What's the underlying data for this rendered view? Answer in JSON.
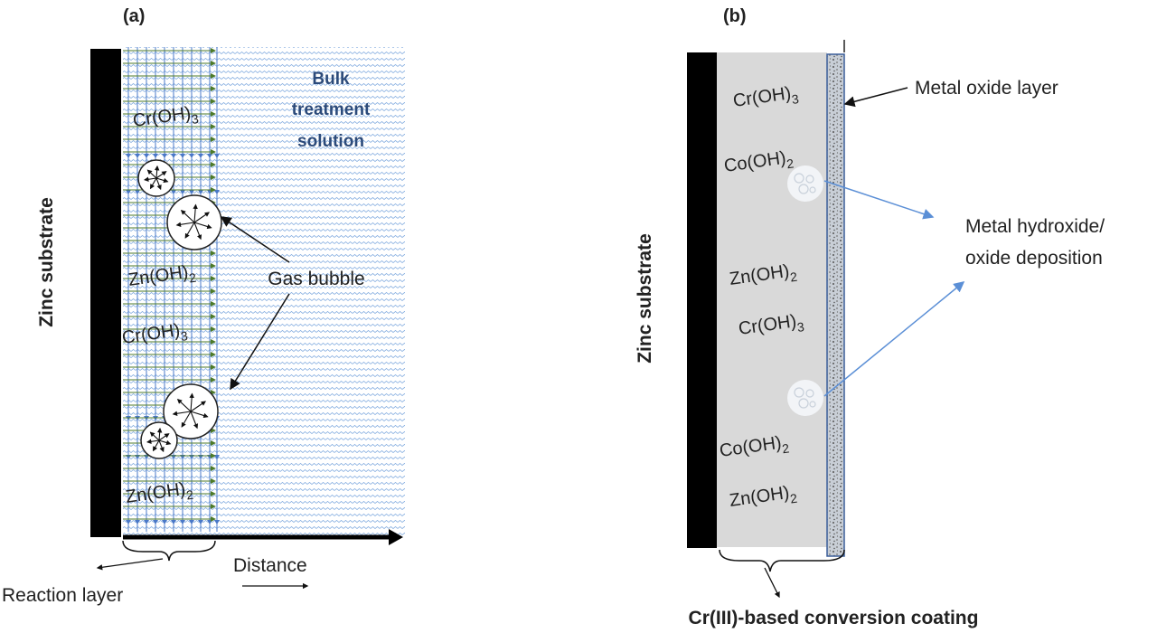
{
  "panel_a": {
    "label": "(a)",
    "substrate_label": "Zinc substrate",
    "bulk_solution": [
      "Bulk",
      "treatment",
      "solution"
    ],
    "species": [
      {
        "name": "Cr(OH)",
        "sub": "3"
      },
      {
        "name": "Zn(OH)",
        "sub": "2"
      },
      {
        "name": "Cr(OH)",
        "sub": "3"
      },
      {
        "name": "Zn(OH)",
        "sub": "2"
      }
    ],
    "gas_bubble_label": "Gas bubble",
    "reaction_layer_label": "Reaction layer",
    "distance_label": "Distance"
  },
  "panel_b": {
    "label": "(b)",
    "substrate_label": "Zinc substrate",
    "species": [
      {
        "name": "Cr(OH)",
        "sub": "3"
      },
      {
        "name": "Co(OH)",
        "sub": "2"
      },
      {
        "name": "Zn(OH)",
        "sub": "2"
      },
      {
        "name": "Cr(OH)",
        "sub": "3"
      },
      {
        "name": "Co(OH)",
        "sub": "2"
      },
      {
        "name": "Zn(OH)",
        "sub": "2"
      }
    ],
    "metal_oxide_label": "Metal oxide layer",
    "deposition_label": [
      "Metal hydroxide/",
      "oxide deposition"
    ],
    "coating_label": "Cr(III)-based conversion coating"
  },
  "colors": {
    "substrate": "#000000",
    "bulk_hatch": "#4f8fd6",
    "green_arrow": "#4d7a2a",
    "blue_arrow": "#4a78c8",
    "bulk_text": "#2b4a7a",
    "coating_fill": "#d9d9d9",
    "oxide_layer": "#9aa6b2",
    "deposition_arrow": "#5b8fd6"
  }
}
